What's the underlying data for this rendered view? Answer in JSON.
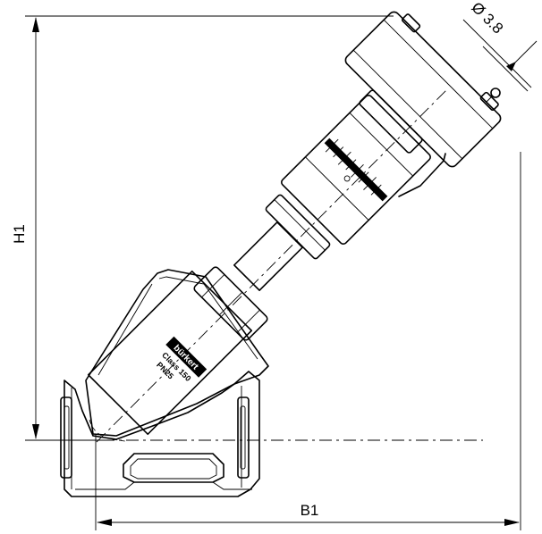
{
  "dimensions": {
    "height_label": "H1",
    "width_label": "B1",
    "diameter_label": "Ø 3.8"
  },
  "body_marking": {
    "brand": "bürkert",
    "class_line": "Class 150",
    "pressure_line": "PN25"
  }
}
